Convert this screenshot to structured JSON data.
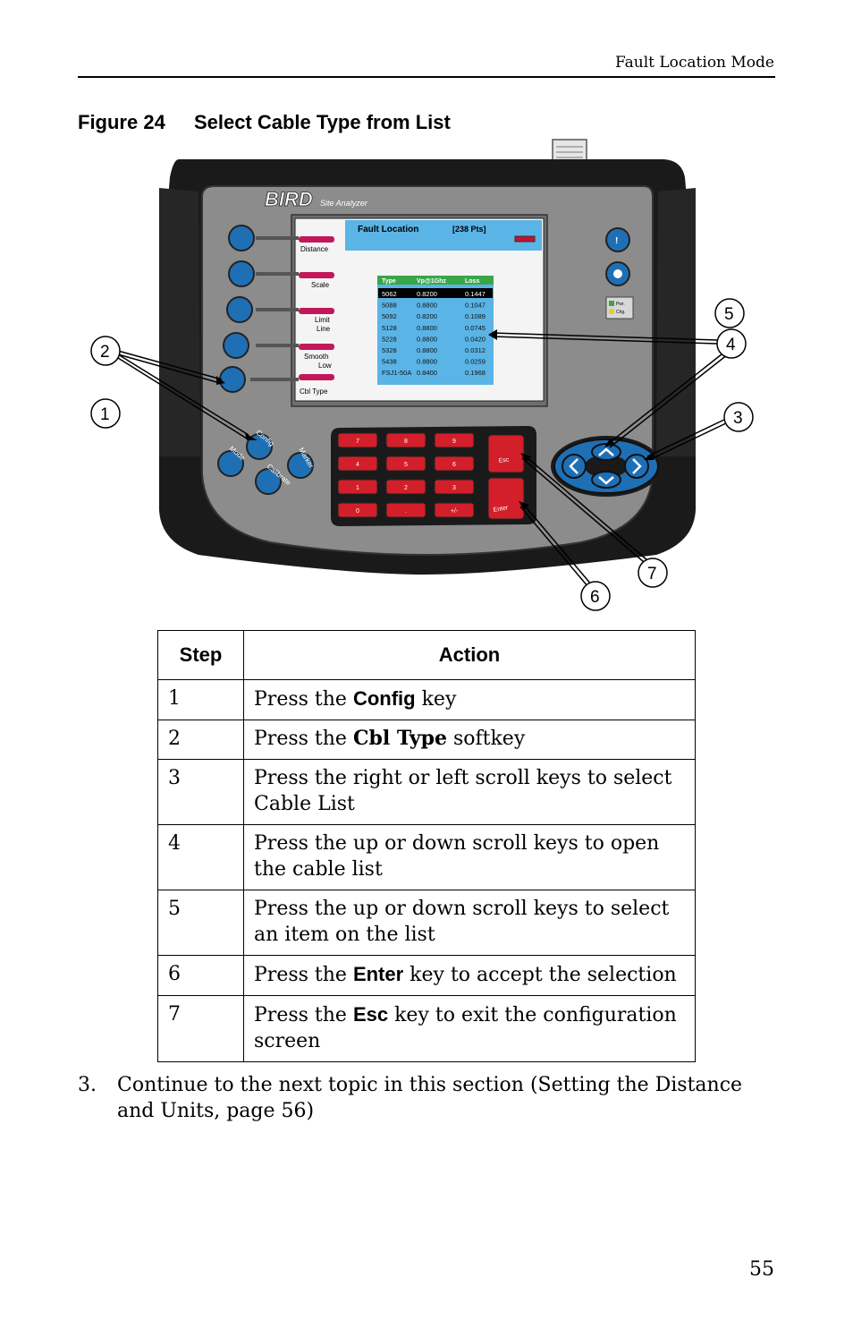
{
  "header": {
    "section_title": "Fault Location Mode"
  },
  "figure": {
    "number": "Figure 24",
    "title": "Select Cable Type from List",
    "device": {
      "brand": "BIRD",
      "product": "Site Analyzer",
      "screen_title": "Fault Location",
      "points": "[238 Pts]",
      "softkeys": [
        "Distance",
        "Scale",
        "Limit Line",
        "Smooth Low",
        "Cbl Type"
      ],
      "cable_table": {
        "headers": [
          "Type",
          "Vp@1Ghz",
          "Loss"
        ],
        "rows": [
          [
            "5062",
            "0.8200",
            "0.1447"
          ],
          [
            "5088",
            "0.8800",
            "0.1047"
          ],
          [
            "5092",
            "0.8200",
            "0.1089"
          ],
          [
            "5128",
            "0.8800",
            "0.0745"
          ],
          [
            "5228",
            "0.8800",
            "0.0420"
          ],
          [
            "5328",
            "0.8800",
            "0.0312"
          ],
          [
            "5438",
            "0.8800",
            "0.0259"
          ],
          [
            "FSJ1-50A",
            "0.8400",
            "0.1968"
          ]
        ]
      },
      "mode_keys": [
        "Config",
        "Mode",
        "Marker",
        "Calibrate"
      ],
      "keypad": [
        "7",
        "8",
        "9",
        "4",
        "5",
        "6",
        "1",
        "2",
        "3",
        "0",
        ".",
        "+/-"
      ],
      "esc_label": "Esc",
      "enter_label": "Enter",
      "side_button_labels": [
        "Pwr.",
        "Chg."
      ]
    },
    "callouts": [
      "1",
      "2",
      "3",
      "4",
      "5",
      "6",
      "7"
    ]
  },
  "table": {
    "headers": [
      "Step",
      "Action"
    ],
    "rows": [
      {
        "step": "1",
        "pre": "Press the ",
        "kw": "Config",
        "post": " key"
      },
      {
        "step": "2",
        "pre": "Press the ",
        "kw": "Cbl Type",
        "post": " softkey"
      },
      {
        "step": "3",
        "pre": "Press the right or left scroll keys to select Cable List",
        "kw": "",
        "post": ""
      },
      {
        "step": "4",
        "pre": "Press the up or down scroll keys to open the cable list",
        "kw": "",
        "post": ""
      },
      {
        "step": "5",
        "pre": "Press the up or down scroll keys to select an item on the list",
        "kw": "",
        "post": ""
      },
      {
        "step": "6",
        "pre": "Press the ",
        "kw": "Enter",
        "post": " key to accept the selection"
      },
      {
        "step": "7",
        "pre": "Press the ",
        "kw": "Esc",
        "post": " key to exit the configuration screen"
      }
    ]
  },
  "paragraph": {
    "number": "3.",
    "text": "Continue to the next topic in this section (Setting the Distance and Units, page 56)"
  },
  "page_number": "55"
}
